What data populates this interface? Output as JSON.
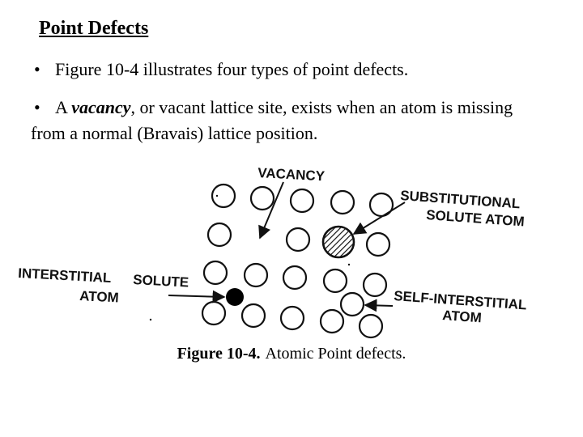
{
  "slide": {
    "title": "Point Defects",
    "bullets": [
      {
        "marker": "•",
        "text": "Figure 10-4 illustrates four types of point defects."
      },
      {
        "marker": "•",
        "prefix": "A ",
        "term": "vacancy",
        "text": ", or vacant lattice site, exists when an atom is missing from a normal (Bravais) lattice position."
      }
    ]
  },
  "figure": {
    "labels": {
      "vacancy": "VACANCY",
      "substitutional_line1": "SUBSTITUTIONAL",
      "substitutional_line2": "SOLUTE ATOM",
      "interstitial_line1": "INTERSTITIAL",
      "interstitial_solute": "SOLUTE",
      "interstitial_line2": "ATOM",
      "self_interstitial_line1": "SELF-INTERSTITIAL",
      "self_interstitial_line2": "ATOM"
    },
    "caption": {
      "number": "Figure 10-4.",
      "text": "Atomic Point defects."
    }
  }
}
